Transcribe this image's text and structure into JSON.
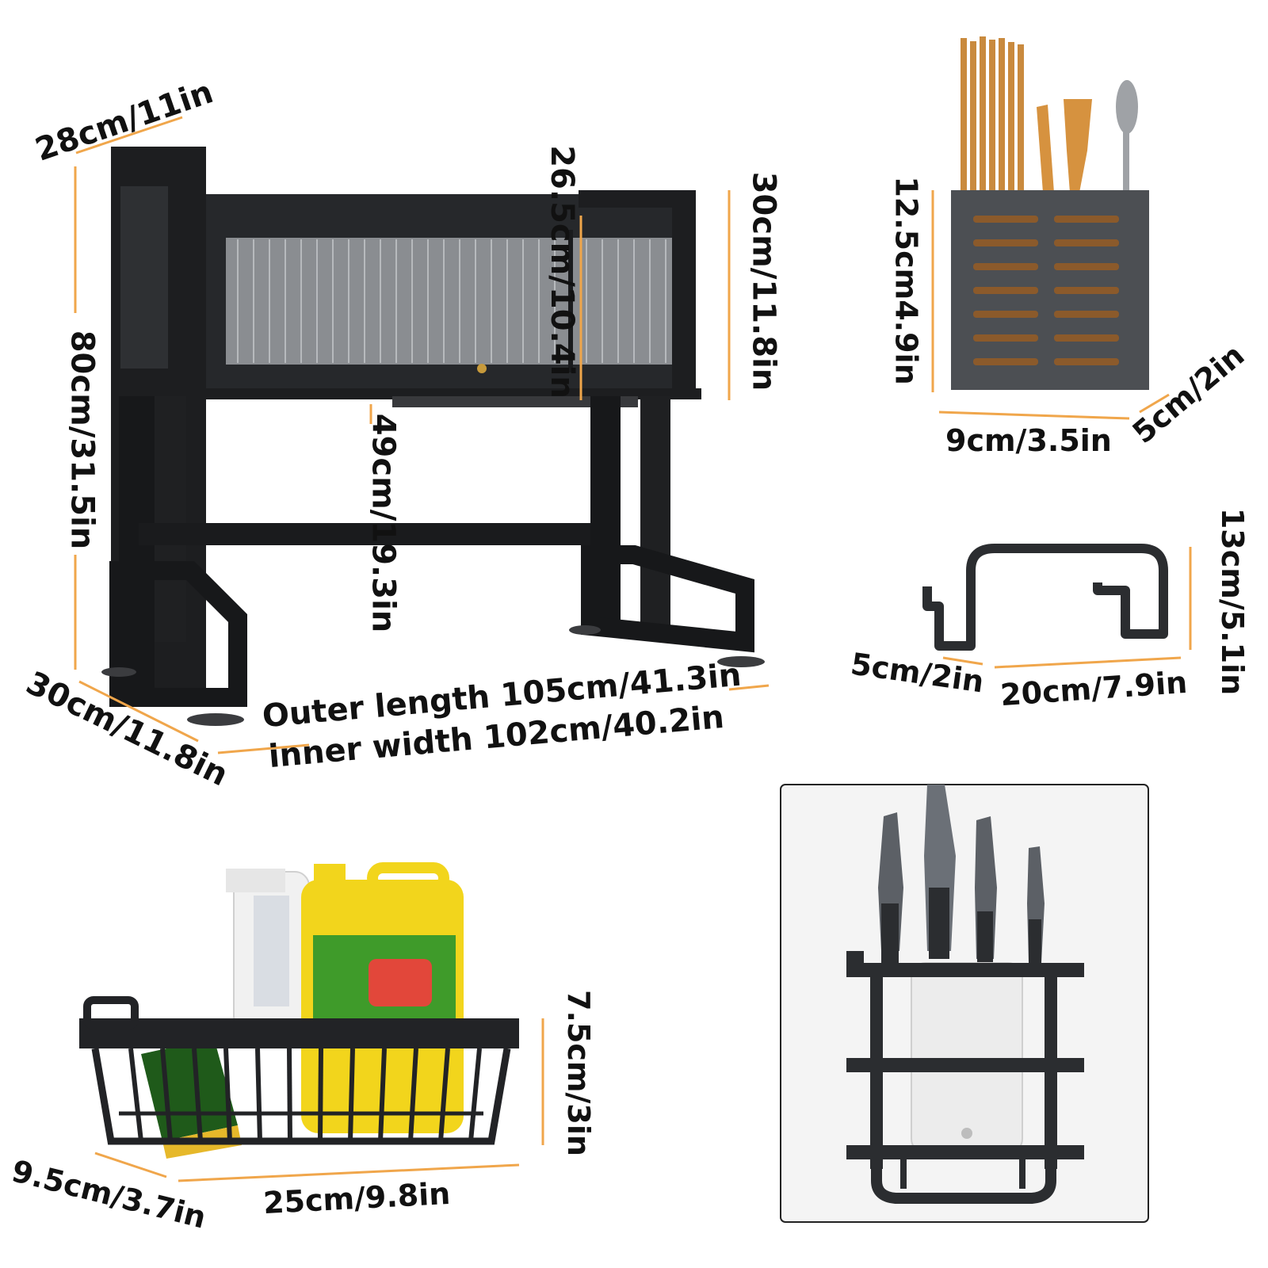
{
  "colors": {
    "accent_line": "#f0a64b",
    "metal": "#2b2d30",
    "metal_dark": "#17181a",
    "panel": "#8a8d91",
    "wood": "#c98a3e",
    "bottle_yellow": "#f2d51c",
    "sponge_green": "#1f5a1a",
    "background": "#ffffff"
  },
  "icons": {
    "main_rack": "cabinet-dish-rack-icon",
    "utensil_holder": "chopstick-holder-icon",
    "hook": "hook-icon",
    "basket": "basket-icon",
    "knife_holder": "knife-holder-icon"
  },
  "rack": {
    "depth_top": "28cm/11in",
    "total_height": "80cm/31.5in",
    "cabinet_height": "26.5cm/10.4in",
    "side_height": "30cm/11.8in",
    "shelf_clearance": "49cm/19.3in",
    "depth_bottom": "30cm/11.8in",
    "outer_length": "Outer length 105cm/41.3in",
    "inner_width": "inner width 102cm/40.2in"
  },
  "utensil_holder": {
    "height": "12.5cm4.9in",
    "width": "9cm/3.5in",
    "depth": "5cm/2in"
  },
  "hook": {
    "height": "13cm/5.1in",
    "depth": "5cm/2in",
    "width": "20cm/7.9in"
  },
  "basket": {
    "height": "7.5cm/3in",
    "depth": "9.5cm/3.7in",
    "width": "25cm/9.8in"
  }
}
